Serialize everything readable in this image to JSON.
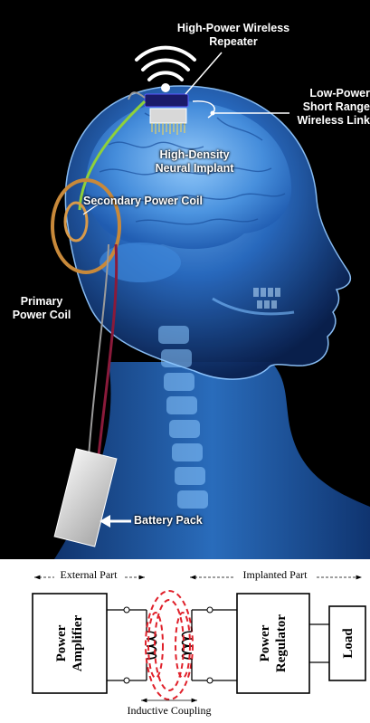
{
  "annotations": {
    "repeater": [
      "High-Power Wireless",
      "Repeater"
    ],
    "low_power_link": [
      "Low-Power",
      "Short Range",
      "Wireless Link"
    ],
    "implant": [
      "High-Density",
      "Neural Implant"
    ],
    "secondary_coil": "Secondary Power Coil",
    "primary_coil": [
      "Primary",
      "Power Coil"
    ],
    "battery": "Battery Pack"
  },
  "circuit": {
    "external_part": "External Part",
    "implanted_part": "Implanted Part",
    "power_amplifier": [
      "Power",
      "Amplifier"
    ],
    "power_regulator": [
      "Power",
      "Regulator"
    ],
    "load": "Load",
    "inductive_coupling": "Inductive Coupling"
  },
  "colors": {
    "head_glow": "#2f7fd8",
    "coil": "#c8893a",
    "wire_green": "#8fd13a",
    "wire_red": "#8a1a3a",
    "field_lines": "#e0202a"
  }
}
